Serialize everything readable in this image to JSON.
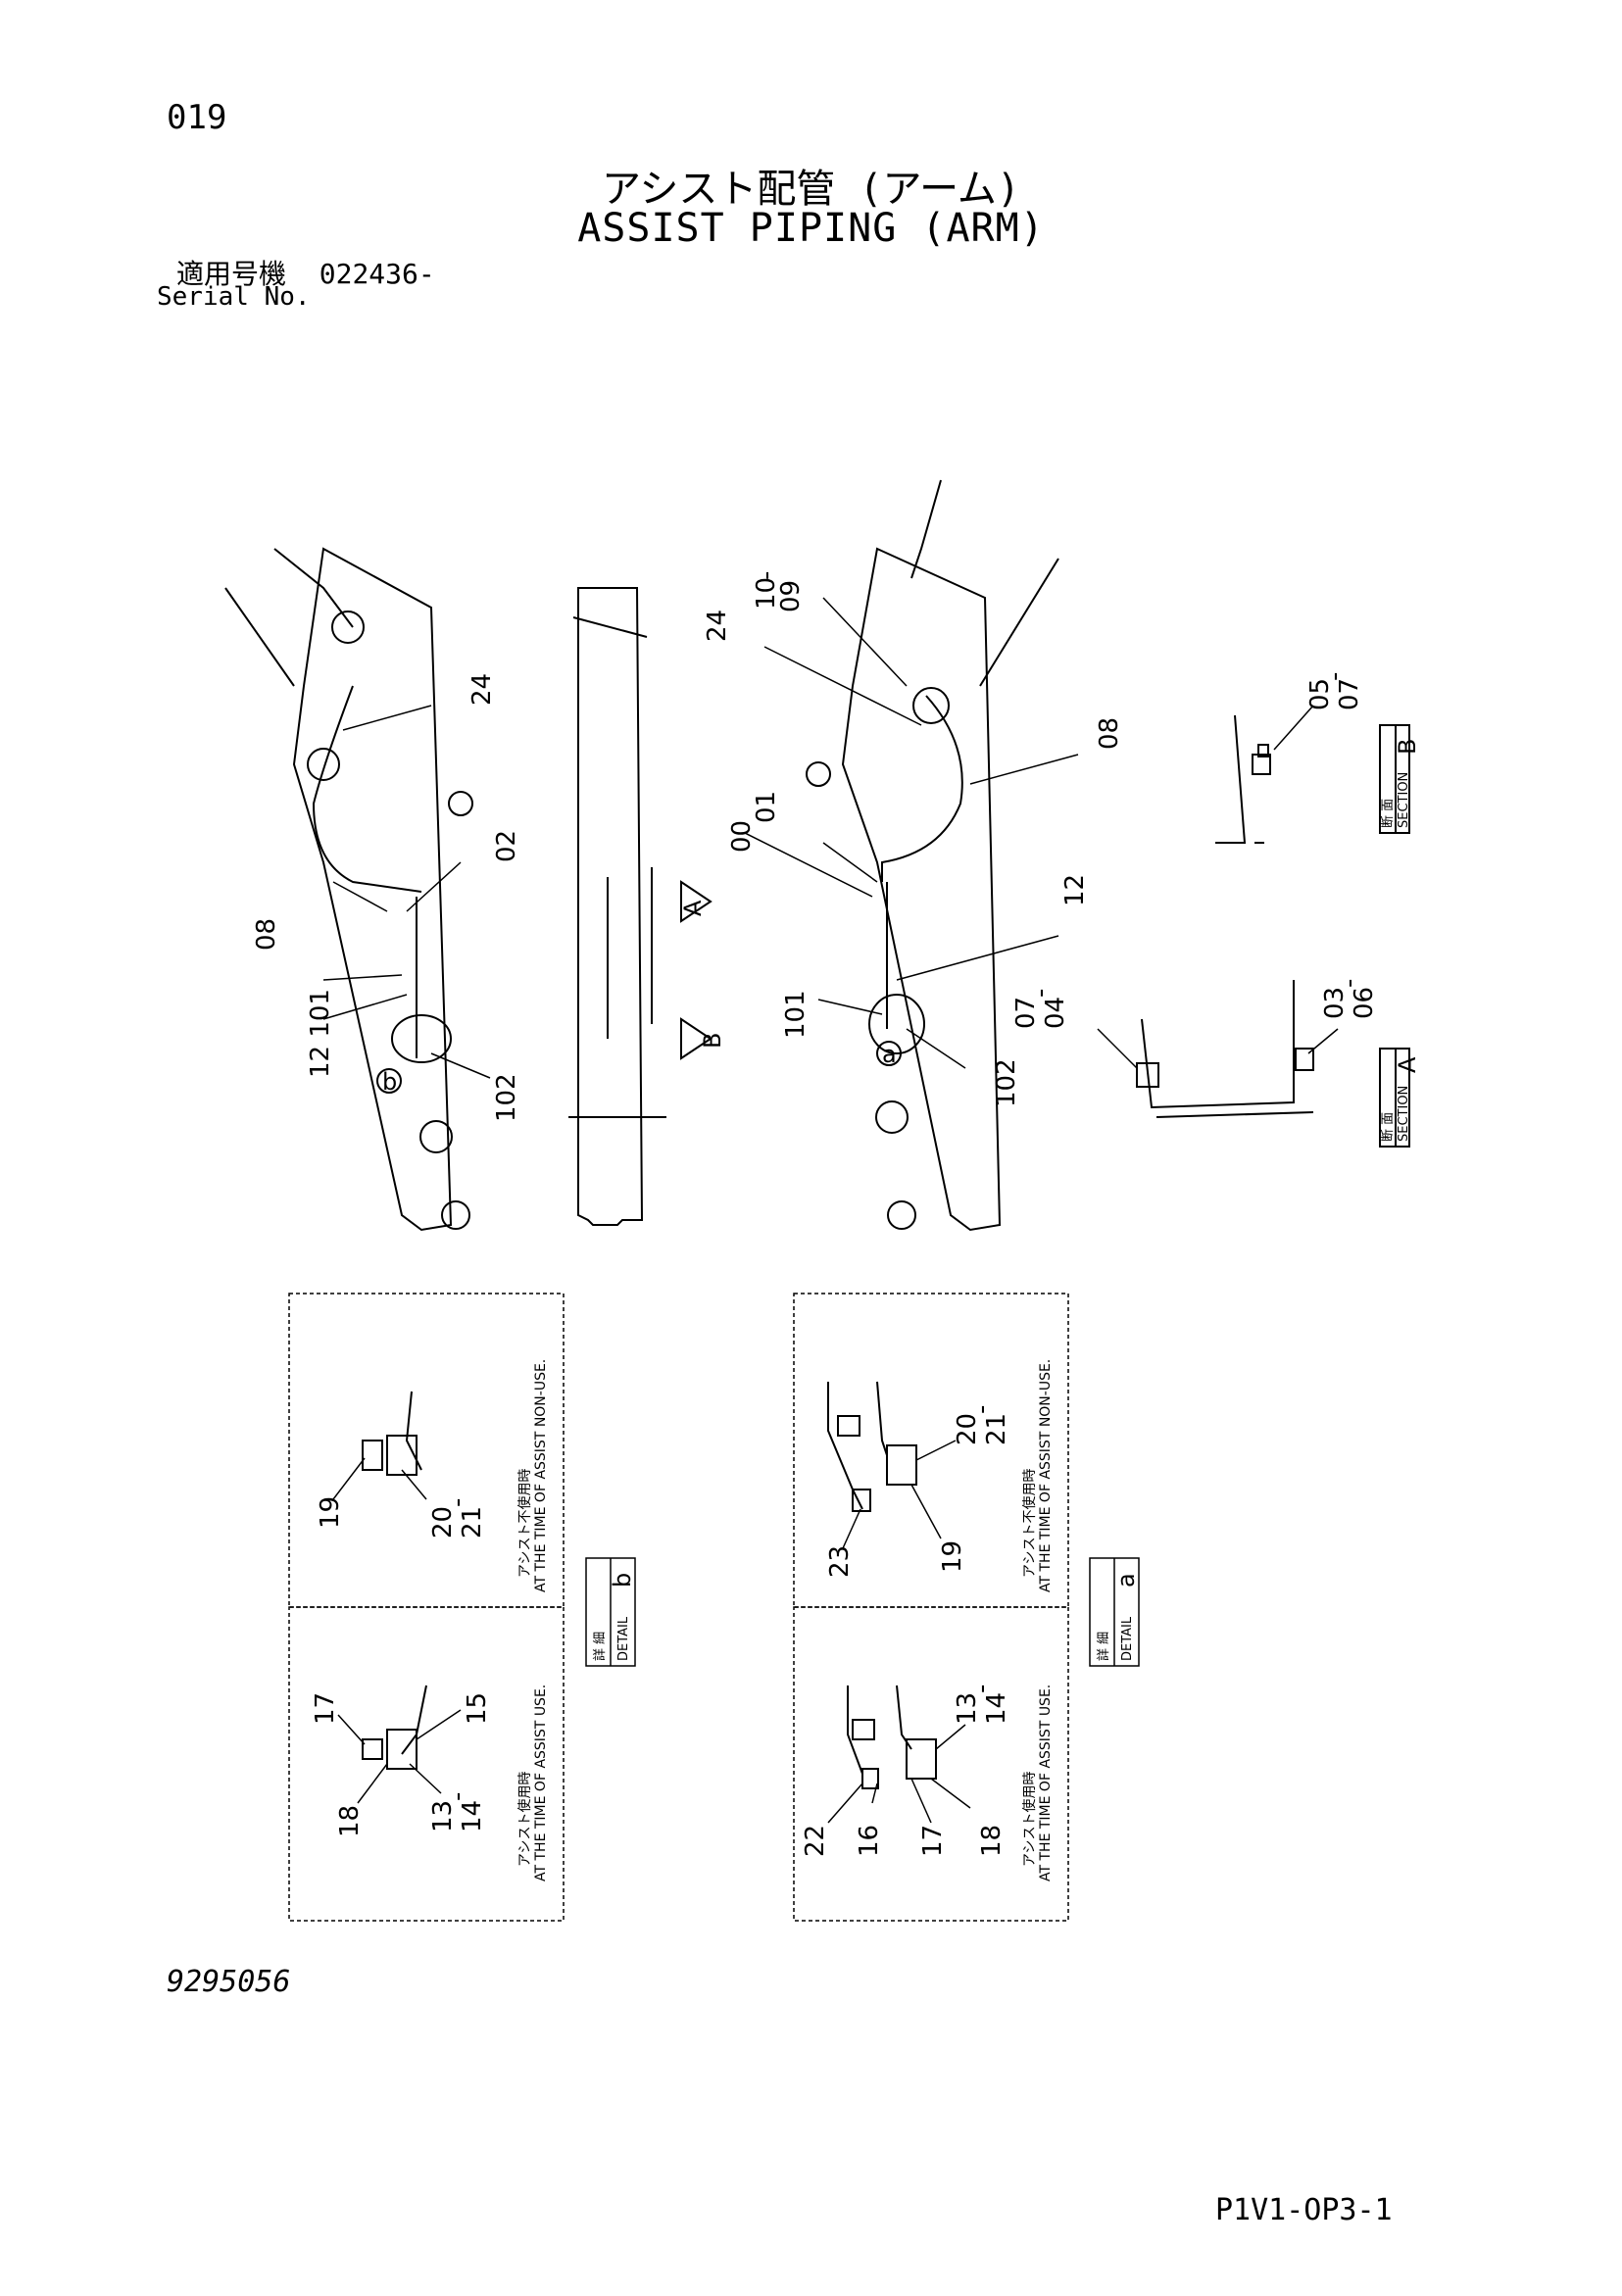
{
  "page_number": "019",
  "title_jp": "アシスト配管 (アーム)",
  "title_en": "ASSIST PIPING (ARM)",
  "serial_label_jp": "適用号機",
  "serial_value": "022436-",
  "serial_label_en": "Serial No.",
  "drawing_number": "9295056",
  "page_code": "P1V1-OP3-1",
  "views": {
    "arrow_a": "A",
    "arrow_b": "B",
    "section_b": {
      "jp": "断 面",
      "en": "SECTION",
      "letter": "B"
    },
    "section_a": {
      "jp": "断 面",
      "en": "SECTION",
      "letter": "A"
    },
    "detail_b": {
      "jp": "詳 細",
      "en": "DETAIL",
      "letter": "b"
    },
    "detail_a": {
      "jp": "詳 細",
      "en": "DETAIL",
      "letter": "a"
    },
    "circle_b": "b",
    "circle_a": "a"
  },
  "notes": {
    "non_use_jp": "アシスト不使用時",
    "non_use_en": "AT THE TIME OF ASSIST NON-USE.",
    "use_jp": "アシスト使用時",
    "use_en": "AT THE TIME OF ASSIST USE."
  },
  "labels": {
    "left_arm": [
      "24",
      "08",
      "02",
      "12 101",
      "102"
    ],
    "right_arm": [
      "10",
      "09",
      "24",
      "08",
      "00",
      "01",
      "12",
      "101",
      "102"
    ],
    "section_b": [
      "05",
      "07"
    ],
    "section_a_left": [
      "07",
      "04"
    ],
    "section_a_right": [
      "03",
      "06"
    ],
    "detail_b_nonuse": [
      "19",
      "20",
      "21"
    ],
    "detail_b_use": [
      "17",
      "15",
      "18",
      "13",
      "14"
    ],
    "detail_a_nonuse": [
      "20",
      "21",
      "23",
      "19"
    ],
    "detail_a_use": [
      "13",
      "14",
      "22",
      "16",
      "17",
      "18"
    ]
  },
  "dash": "-"
}
